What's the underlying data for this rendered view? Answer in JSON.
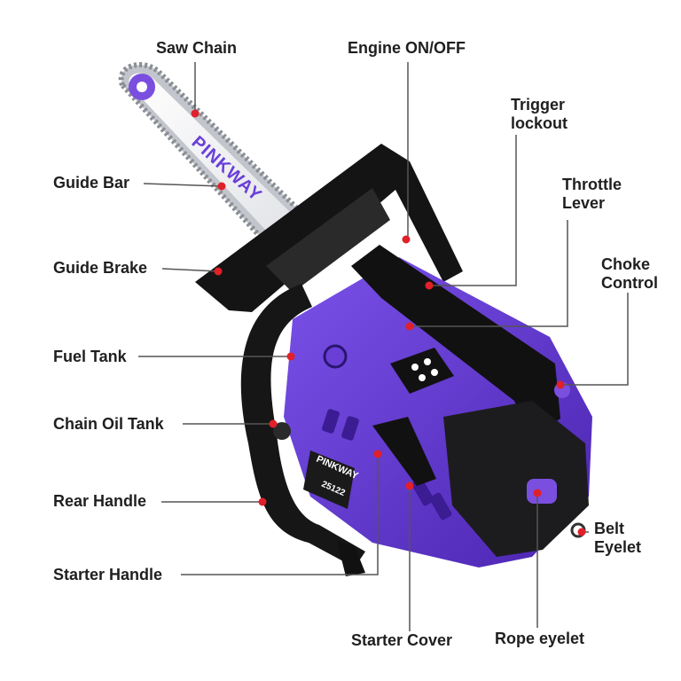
{
  "colors": {
    "accent_purple": "#6a3fd8",
    "purple_dark": "#4b24b0",
    "body_black": "#1c1c1e",
    "chain_silver": "#b9bcc2",
    "marker_red": "#e0202a",
    "leader_gray": "#555555"
  },
  "brand": {
    "bar_text": "PINKWAY",
    "body_text": "PINKWAY",
    "model_text": "25122"
  },
  "callouts": [
    {
      "id": "saw-chain",
      "lines": [
        "Saw Chain"
      ]
    },
    {
      "id": "engine-onoff",
      "lines": [
        "Engine ON/OFF"
      ]
    },
    {
      "id": "trigger-lockout",
      "lines": [
        "Trigger",
        "lockout"
      ]
    },
    {
      "id": "guide-bar",
      "lines": [
        "Guide Bar"
      ]
    },
    {
      "id": "throttle-lever",
      "lines": [
        "Throttle",
        "Lever"
      ]
    },
    {
      "id": "guide-brake",
      "lines": [
        "Guide Brake"
      ]
    },
    {
      "id": "choke-control",
      "lines": [
        "Choke",
        "Control"
      ]
    },
    {
      "id": "fuel-tank",
      "lines": [
        "Fuel Tank"
      ]
    },
    {
      "id": "chain-oil-tank",
      "lines": [
        "Chain Oil Tank"
      ]
    },
    {
      "id": "rear-handle",
      "lines": [
        "Rear Handle"
      ]
    },
    {
      "id": "starter-handle",
      "lines": [
        "Starter Handle"
      ]
    },
    {
      "id": "belt-eyelet",
      "lines": [
        "Belt",
        "Eyelet"
      ]
    },
    {
      "id": "starter-cover",
      "lines": [
        "Starter Cover"
      ]
    },
    {
      "id": "rope-eyelet",
      "lines": [
        "Rope eyelet"
      ]
    }
  ]
}
